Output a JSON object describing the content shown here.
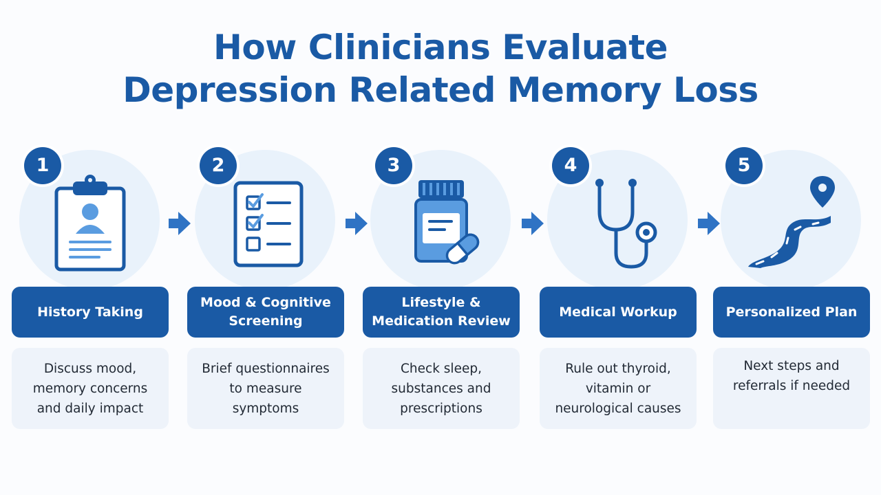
{
  "title": {
    "line1": "How Clinicians Evaluate",
    "line2": "Depression Related Memory Loss"
  },
  "colors": {
    "primary": "#1a5aa5",
    "circle_bg": "#e9f2fb",
    "desc_bg": "#eef3fa",
    "accent_light": "#5a9ce0"
  },
  "steps": [
    {
      "number": "1",
      "icon": "clipboard-patient-icon",
      "label": "History Taking",
      "description": "Discuss mood,\nmemory concerns\nand daily impact"
    },
    {
      "number": "2",
      "icon": "checklist-icon",
      "label": "Mood & Cognitive\nScreening",
      "description": "Brief questionnaires\nto measure\nsymptoms"
    },
    {
      "number": "3",
      "icon": "medication-bottle-icon",
      "label": "Lifestyle &\nMedication Review",
      "description": "Check sleep,\nsubstances and\nprescriptions"
    },
    {
      "number": "4",
      "icon": "stethoscope-icon",
      "label": "Medical Workup",
      "description": "Rule out thyroid,\nvitamin or\nneurological causes"
    },
    {
      "number": "5",
      "icon": "road-map-pin-icon",
      "label": "Personalized Plan",
      "description": "Next steps and\nreferrals if needed"
    }
  ],
  "connectors": [
    "arrow-right-icon",
    "arrow-right-icon",
    "arrow-right-icon",
    "arrow-right-icon"
  ]
}
